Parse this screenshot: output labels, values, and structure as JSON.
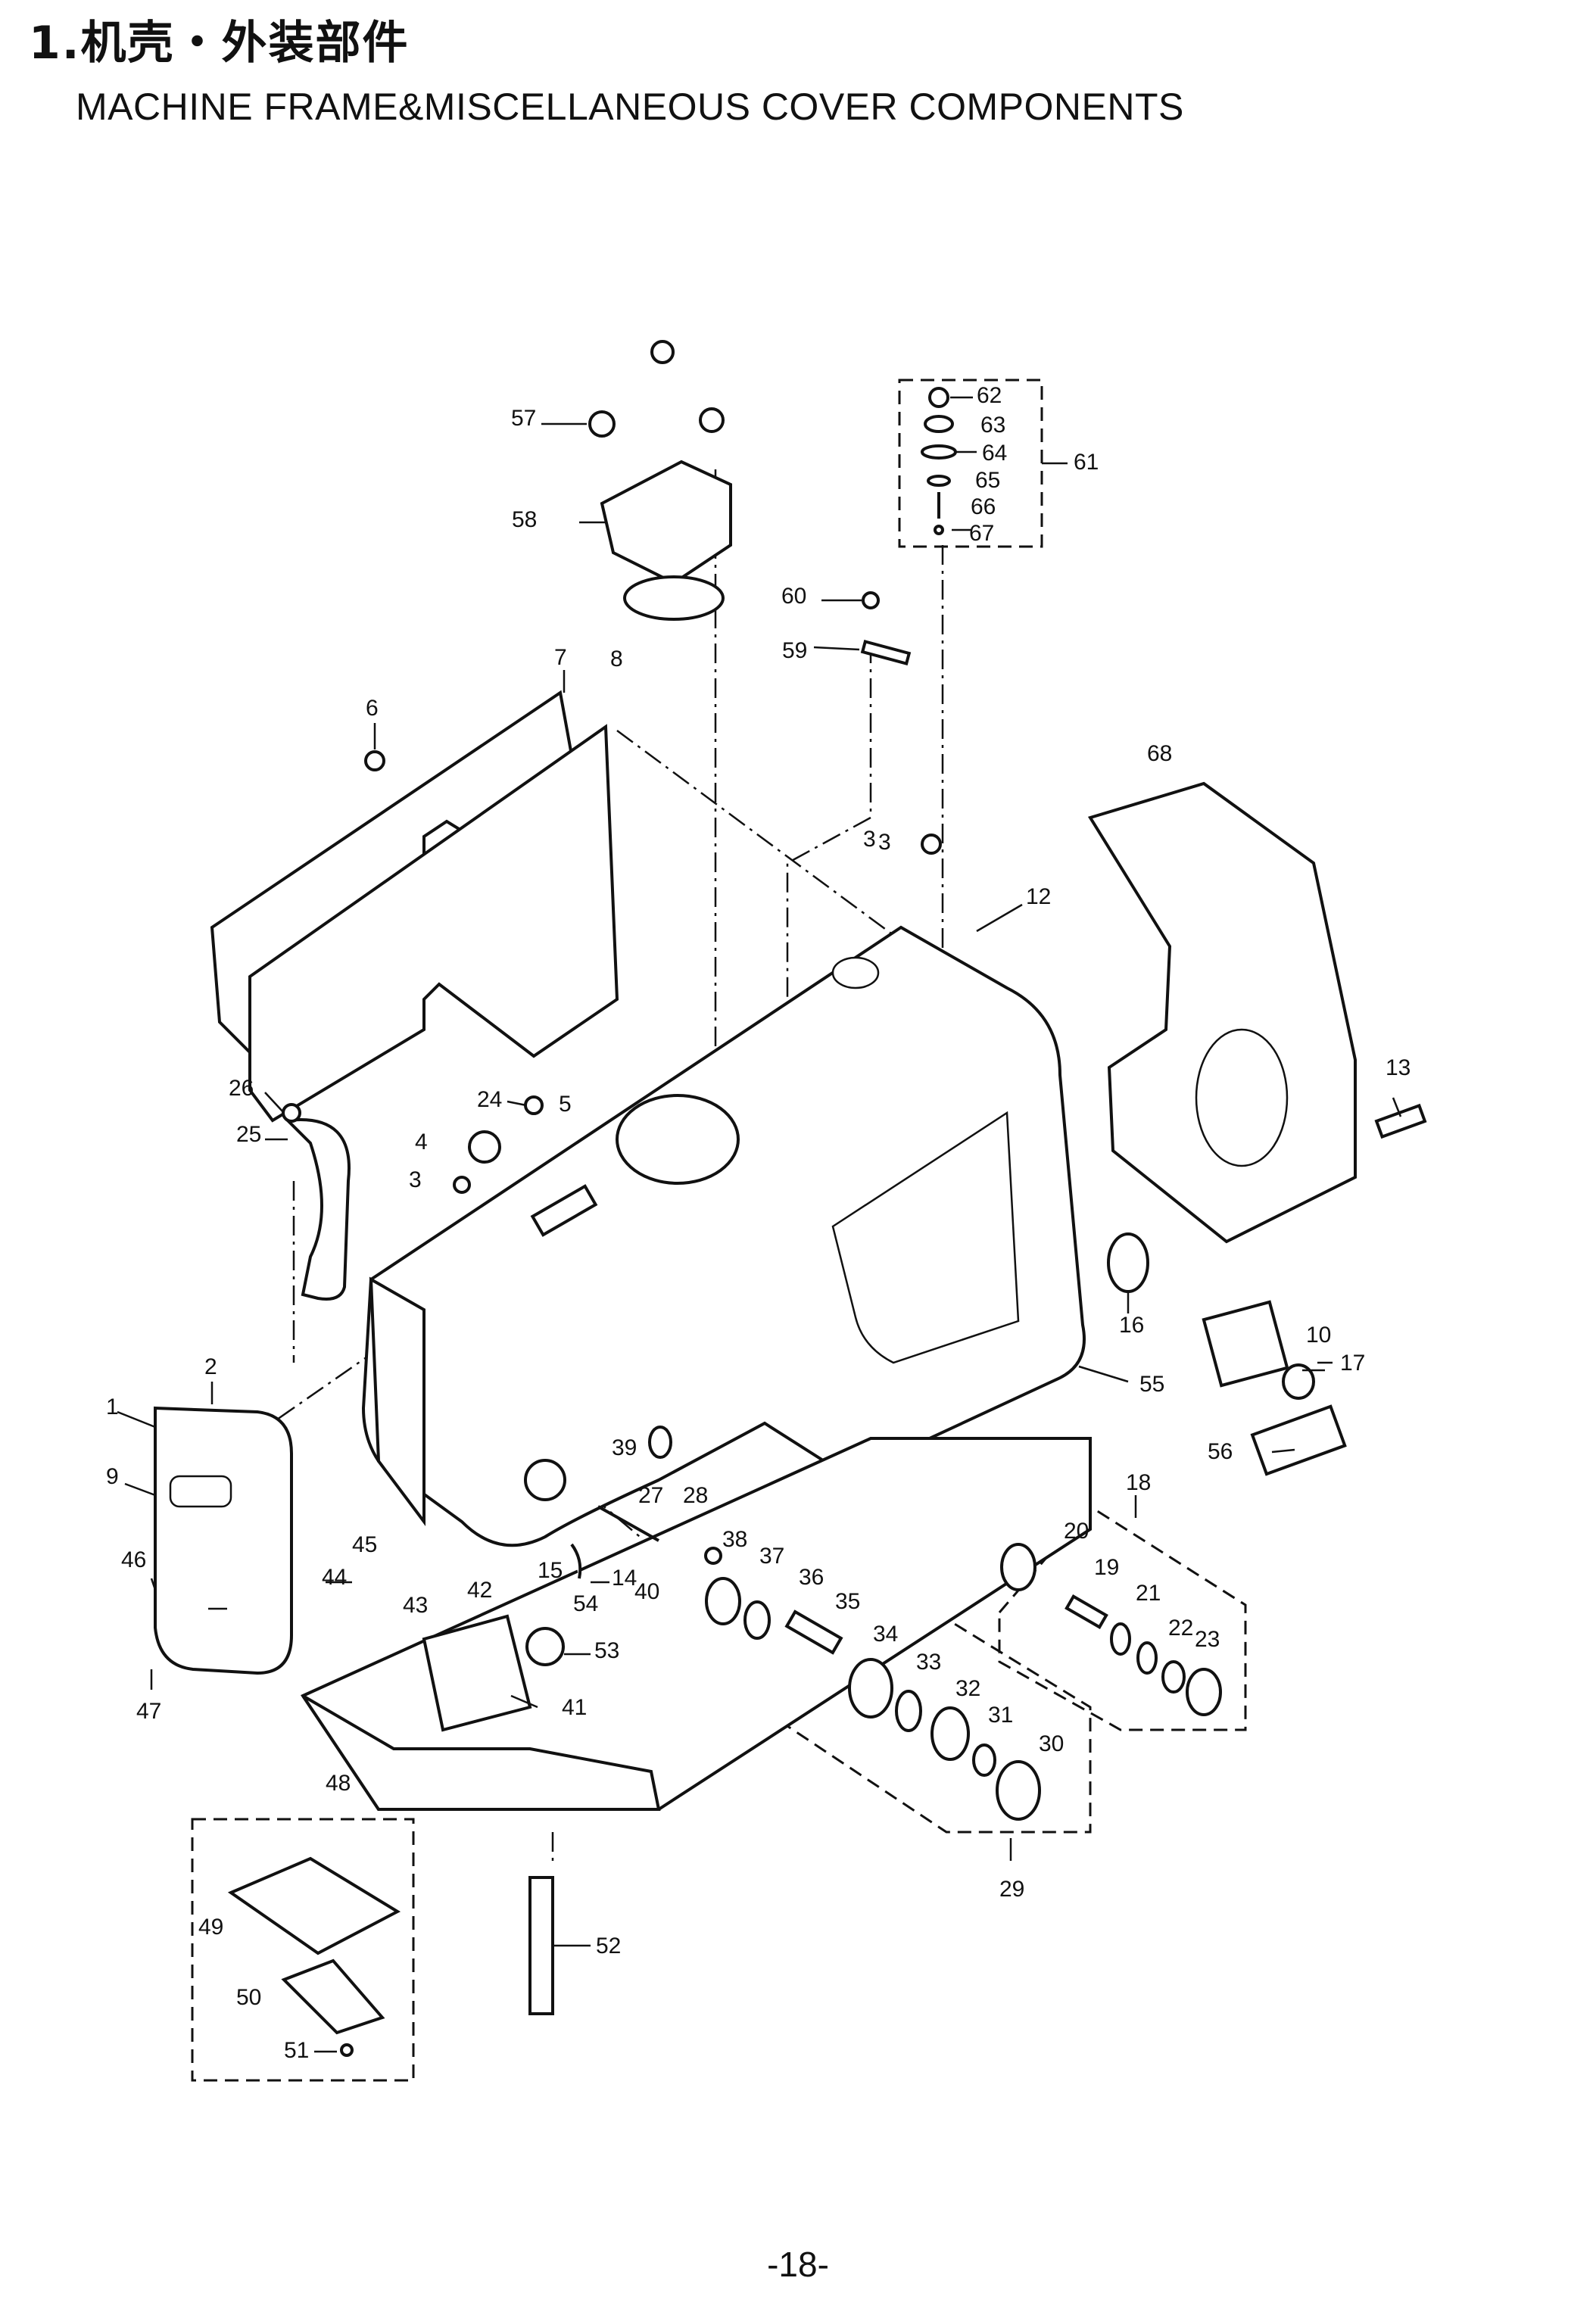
{
  "header": {
    "title_cn": "1.机壳・外装部件",
    "title_en": "MACHINE FRAME&MISCELLANEOUS COVER COMPONENTS"
  },
  "footer": {
    "page_number": "-18-"
  },
  "callouts": [
    "1",
    "2",
    "3",
    "3",
    "3",
    "4",
    "5",
    "6",
    "7",
    "8",
    "9",
    "10",
    "12",
    "13",
    "14",
    "15",
    "16",
    "17",
    "18",
    "19",
    "20",
    "21",
    "22",
    "23",
    "24",
    "25",
    "26",
    "27",
    "28",
    "29",
    "30",
    "31",
    "32",
    "33",
    "34",
    "35",
    "36",
    "37",
    "38",
    "39",
    "40",
    "41",
    "42",
    "43",
    "44",
    "45",
    "46",
    "47",
    "48",
    "49",
    "50",
    "51",
    "52",
    "53",
    "54",
    "55",
    "56",
    "57",
    "58",
    "59",
    "60",
    "61",
    "62",
    "63",
    "64",
    "65",
    "66",
    "67",
    "68"
  ]
}
